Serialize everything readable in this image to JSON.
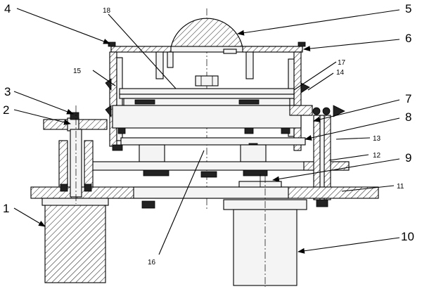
{
  "figure": {
    "callouts": [
      {
        "id": "c1",
        "label": "1"
      },
      {
        "id": "c2",
        "label": "2"
      },
      {
        "id": "c3",
        "label": "3"
      },
      {
        "id": "c4",
        "label": "4"
      },
      {
        "id": "c5",
        "label": "5"
      },
      {
        "id": "c6",
        "label": "6"
      },
      {
        "id": "c7",
        "label": "7"
      },
      {
        "id": "c8",
        "label": "8"
      },
      {
        "id": "c9",
        "label": "9"
      },
      {
        "id": "c10",
        "label": "10"
      },
      {
        "id": "c11",
        "label": "11"
      },
      {
        "id": "c12",
        "label": "12"
      },
      {
        "id": "c13",
        "label": "13"
      },
      {
        "id": "c14",
        "label": "14"
      },
      {
        "id": "c15",
        "label": "15"
      },
      {
        "id": "c16",
        "label": "16"
      },
      {
        "id": "c17",
        "label": "17"
      },
      {
        "id": "c18",
        "label": "18"
      }
    ]
  }
}
